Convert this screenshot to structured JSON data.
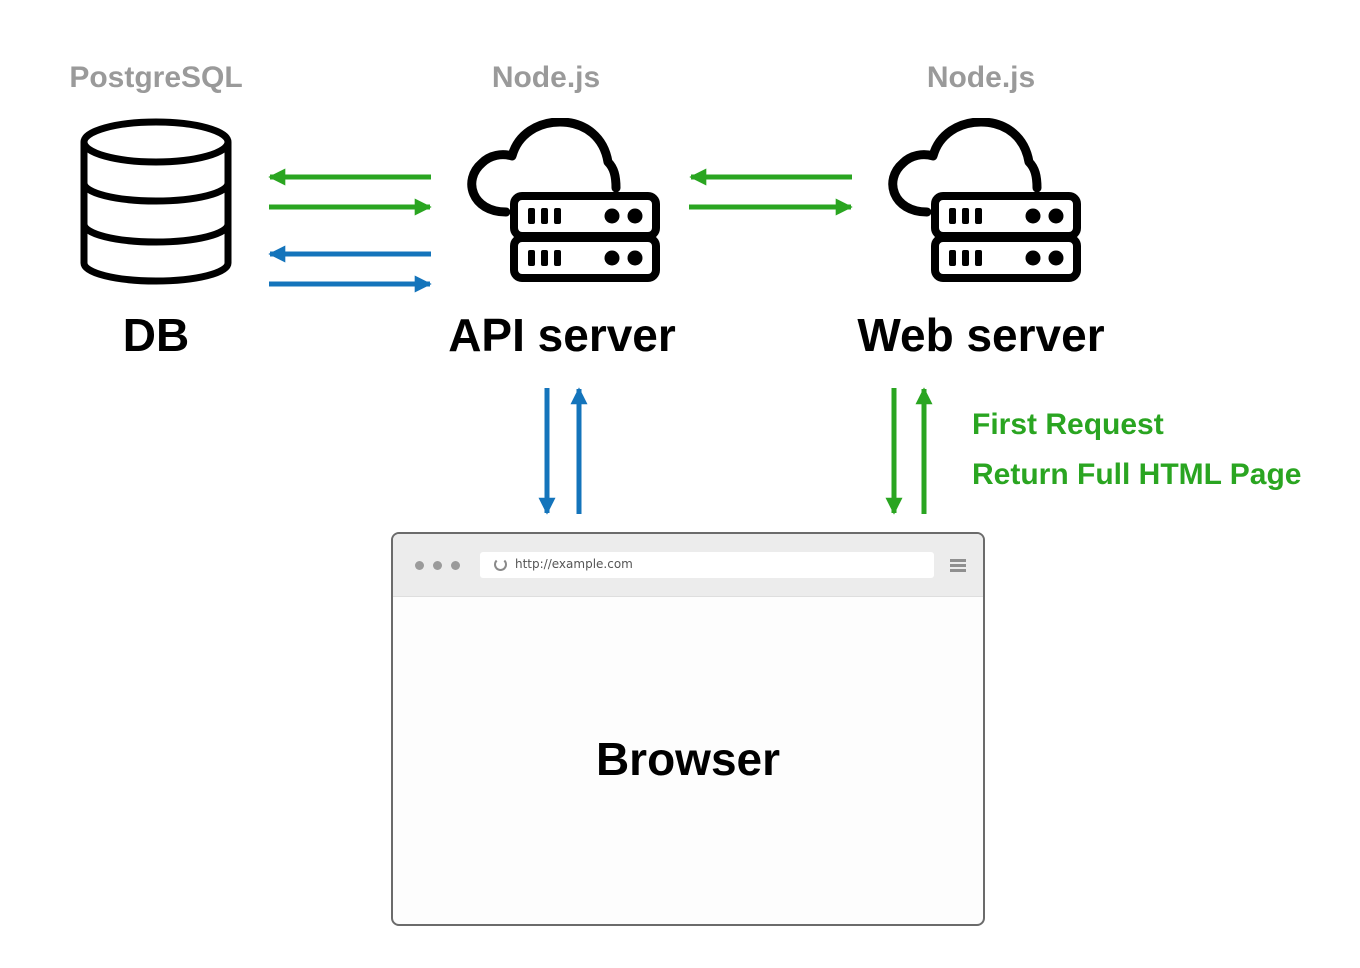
{
  "nodes": {
    "db": {
      "tech": "PostgreSQL",
      "label": "DB"
    },
    "api": {
      "tech": "Node.js",
      "label": "API server"
    },
    "web": {
      "tech": "Node.js",
      "label": "Web server"
    }
  },
  "browser": {
    "url": "http://example.com",
    "label": "Browser"
  },
  "flow_labels": {
    "first_request": "First Request",
    "return_page": "Return Full HTML Page"
  },
  "colors": {
    "green": "#2aa521",
    "blue": "#1474bb",
    "tech_gray": "#9a9a9a"
  },
  "icons": {
    "db": "database-icon",
    "api": "cloud-server-icon",
    "web": "cloud-server-icon",
    "browser_menu": "hamburger-menu-icon",
    "browser_reload": "reload-icon"
  }
}
